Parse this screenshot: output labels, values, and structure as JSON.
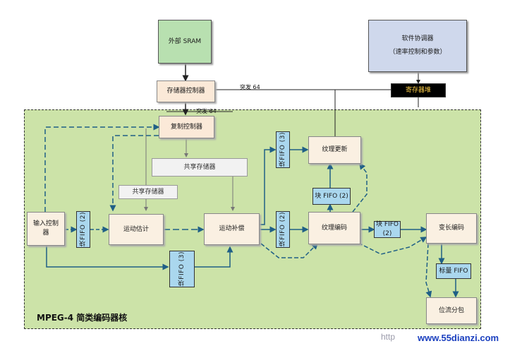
{
  "blocks": {
    "sram": "外部 SRAM",
    "mem_ctrl": "存储器控制器",
    "sw_line1": "软件协调器",
    "sw_line2": "（速率控制和参数）",
    "register": "寄存器堆",
    "copy_ctrl": "复制控制器",
    "shared_mem_1": "共享存储器",
    "shared_mem_2": "共享存储器",
    "input_ctrl": "输入控制器",
    "motion_est": "运动估计",
    "motion_comp": "运动补偿",
    "texture_update": "纹理更新",
    "texture_enc": "纹理编码",
    "vlc": "变长编码",
    "bitstream": "位流分包"
  },
  "fifos": {
    "fifo_input": "块FIFO (2)",
    "fifo_mc_top": "块FIFO (3)",
    "fifo_mc_right": "块FIFO (2)",
    "fifo_bottom": "块FIFO (3)",
    "fifo_tex_up": "块 FIFO (2)",
    "fifo_tex_vlc": "块 FIFO (2)",
    "fifo_scalar": "标量 FIFO"
  },
  "bus_labels": {
    "bus_top": "突发 64",
    "bus_bottom": "突发 64"
  },
  "core_label": "MPEG-4 简类编码器核",
  "watermark": "www.55dianzi.com",
  "watermark_prefix": "http"
}
